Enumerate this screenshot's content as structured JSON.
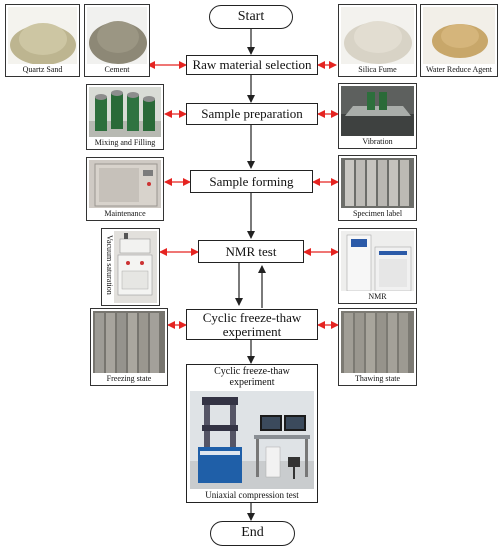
{
  "flow": {
    "start": "Start",
    "raw_material": "Raw material selection",
    "sample_preparation": "Sample preparation",
    "sample_forming": "Sample forming",
    "nmr_test": "NMR test",
    "cyclic_line1": "Cyclic freeze-thaw",
    "cyclic_line2": "experiment",
    "compression_caption_line1": "Cyclic freeze-thaw",
    "compression_caption_line2": "experiment",
    "uniaxial": "Uniaxial compression test",
    "end": "End"
  },
  "photos": {
    "quartz_sand": "Quartz Sand",
    "cement": "Cement",
    "silica_fume": "Silica Fume",
    "water_reducer": "Water Reduce Agent",
    "mixing": "Mixing and Filling",
    "vibration": "Vibration",
    "maintenance": "Maintenance",
    "specimen_label": "Specimen label",
    "vacuum": "Vacuum saturation",
    "nmr": "NMR",
    "freezing": "Freezing state",
    "thawing": "Thawing state"
  },
  "colors": {
    "arrow_red": "#e52421",
    "arrow_black": "#222222",
    "sand": "#bdb590",
    "cement": "#8d8876",
    "silica_fume": "#d8d3c6",
    "water_reducer": "#c8a76a"
  }
}
